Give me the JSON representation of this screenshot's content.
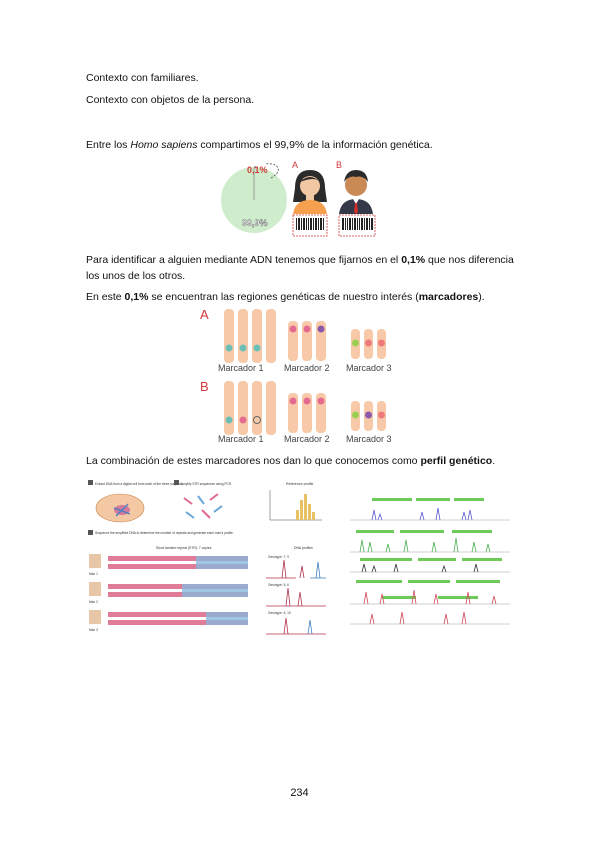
{
  "lines": {
    "l1": "Contexto con familiares.",
    "l2": "Contexto con objetos de la persona.",
    "l3_a": "Entre los ",
    "l3_em": "Homo sapiens",
    "l3_b": " compartimos el 99,9% de la información genética.",
    "l4_a": "Para identificar a alguien mediante ADN tenemos que fijarnos en el ",
    "l4_b1": "0,1%",
    "l4_c": " que nos diferencia los unos de los otros.",
    "l5_a": "En este ",
    "l5_b1": "0,1%",
    "l5_c": " se encuentran las regiones genéticas de nuestro interés (",
    "l5_b2": "marcadores",
    "l5_d": ").",
    "l6_a": "La combinación de estes marcadores nos dan lo que conocemos como ",
    "l6_b": "perfil genético",
    "l6_c": "."
  },
  "fig1": {
    "small_pct": "0,1%",
    "large_pct": "99,9%",
    "person_a": "A",
    "person_b": "B",
    "colors": {
      "pie": "#cfeccd",
      "woman_shirt": "#f5a04e",
      "man_suit": "#343a4a",
      "tie": "#d52b2b"
    }
  },
  "fig2": {
    "group_a": "A",
    "group_b": "B",
    "marker1": "Marcador 1",
    "marker2": "Marcador 2",
    "marker3": "Marcador 3",
    "colors": {
      "chrom": "#f7c9a9",
      "teal": "#6bbfb5",
      "pink": "#e46b8f",
      "purple": "#8c58a8",
      "green": "#9bcf52",
      "coral": "#ee7b7b"
    }
  },
  "fig3": {
    "step1": "Extract DNA from a digital cell from each of the three suspects.",
    "step2": "Amplify STR sequences using PCR",
    "ref_title": "Reference profile",
    "step3": "Sequence the amplified DNA to determine the number of repeats and generate each man's profile.",
    "short_repeat": "Short tandem repeat (STR): 7 copies",
    "dna_profiles": "DNA profiles",
    "men": [
      "Man 1",
      "Man 2",
      "Man 3"
    ],
    "genotypes": [
      "Genotype: 7, 9",
      "Genotype: 5, 6",
      "Genotype: 5, 10"
    ]
  },
  "page_number": "234"
}
